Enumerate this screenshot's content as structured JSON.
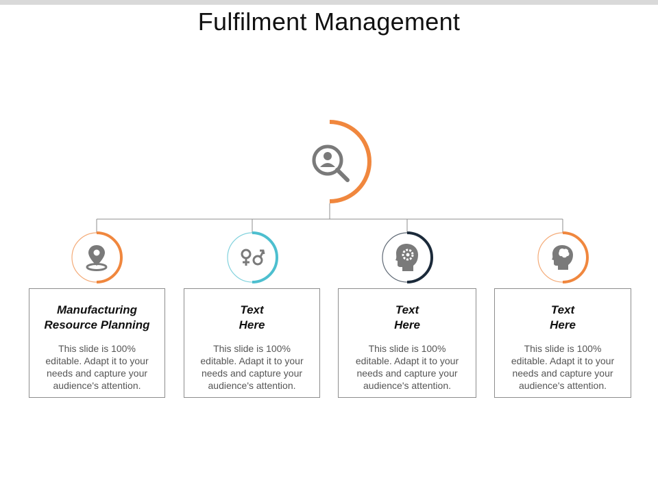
{
  "title": "Fulfilment Management",
  "colors": {
    "orange": "#f0873e",
    "teal": "#4dbfcf",
    "navy": "#1b2a3a",
    "icon_gray": "#7a7a7a",
    "line": "#8c8c8c"
  },
  "root": {
    "icon": "magnifier-person-icon",
    "ring_color": "#f0873e"
  },
  "items": [
    {
      "icon": "location-pin-icon",
      "ring_color": "#f0873e",
      "title_line1": "Manufacturing",
      "title_line2": "Resource Planning",
      "text_line1": "This slide is 100%",
      "text_line2": "editable. Adapt it to your",
      "text_line3": "needs and capture your",
      "text_line4": "audience's attention."
    },
    {
      "icon": "gender-symbols-icon",
      "ring_color": "#4dbfcf",
      "title_line1": "Text",
      "title_line2": "Here",
      "text_line1": "This slide is 100%",
      "text_line2": "editable. Adapt it to your",
      "text_line3": "needs and capture your",
      "text_line4": "audience's attention."
    },
    {
      "icon": "head-gear-icon",
      "ring_color": "#1b2a3a",
      "title_line1": "Text",
      "title_line2": "Here",
      "text_line1": "This slide is 100%",
      "text_line2": "editable. Adapt it to your",
      "text_line3": "needs and capture your",
      "text_line4": "audience's attention."
    },
    {
      "icon": "head-brain-icon",
      "ring_color": "#f0873e",
      "title_line1": "Text",
      "title_line2": "Here",
      "text_line1": "This slide is 100%",
      "text_line2": "editable. Adapt it to your",
      "text_line3": "needs and capture your",
      "text_line4": "audience's attention."
    }
  ]
}
